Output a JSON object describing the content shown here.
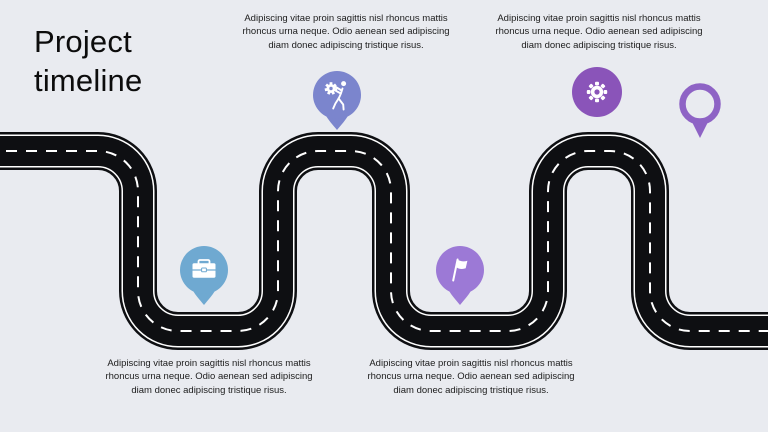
{
  "slide": {
    "title": "Project timeline"
  },
  "road": {
    "surface_color": "#0e0f12",
    "marking_color": "#ffffff",
    "background_color": "#e9ebf0"
  },
  "timeline": {
    "milestones": [
      {
        "name": "briefcase",
        "icon": "briefcase-icon",
        "color": "#6fa9d1",
        "position": "bottom",
        "description": "Adipiscing vitae proin sagittis nisl rhoncus mattis rhoncus urna neque. Odio aenean sed adipiscing diam donec adipiscing tristique risus."
      },
      {
        "name": "person-carrying-gear",
        "icon": "person-carrying-gear-icon",
        "color": "#7b85cd",
        "position": "top",
        "description": "Adipiscing vitae proin sagittis nisl rhoncus mattis rhoncus urna neque. Odio aenean sed adipiscing diam donec adipiscing tristique risus."
      },
      {
        "name": "flag",
        "icon": "flag-icon",
        "color": "#9c79d6",
        "position": "bottom",
        "description": "Adipiscing vitae proin sagittis nisl rhoncus mattis rhoncus urna neque. Odio aenean sed adipiscing diam donec adipiscing tristique risus."
      },
      {
        "name": "gear",
        "icon": "gear-icon",
        "color": "#8a54b9",
        "position": "top",
        "description": "Adipiscing vitae proin sagittis nisl rhoncus mattis rhoncus urna neque. Odio aenean sed adipiscing diam donec adipiscing tristique risus."
      },
      {
        "name": "future-outline",
        "icon": "circle-outline-pin-icon",
        "color": "#8e63c5",
        "position": "top",
        "description": ""
      }
    ]
  }
}
